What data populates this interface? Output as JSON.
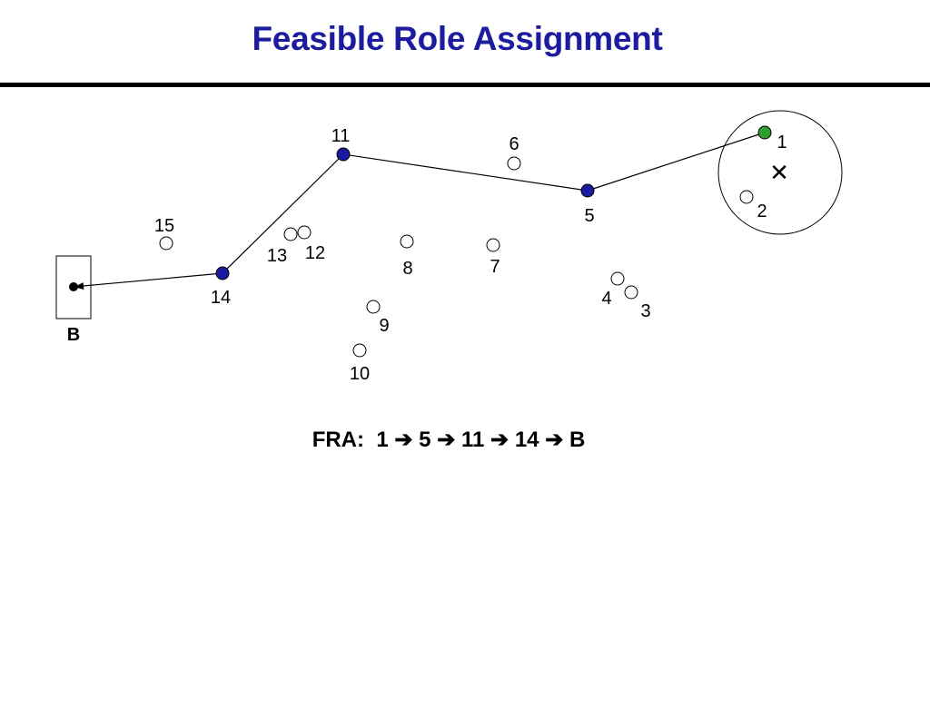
{
  "title": "Feasible Role Assignment",
  "colors": {
    "title": "#1c1c9e",
    "selected_node": "#1a1aa0",
    "start_node": "#2e9e2e",
    "empty_node": "#ffffff"
  },
  "base_label": "B",
  "target_marker_glyph": "✕",
  "nodes": [
    {
      "id": "1",
      "label": "1",
      "state": "start"
    },
    {
      "id": "2",
      "label": "2",
      "state": "empty"
    },
    {
      "id": "3",
      "label": "3",
      "state": "empty"
    },
    {
      "id": "4",
      "label": "4",
      "state": "empty"
    },
    {
      "id": "5",
      "label": "5",
      "state": "selected"
    },
    {
      "id": "6",
      "label": "6",
      "state": "empty"
    },
    {
      "id": "7",
      "label": "7",
      "state": "empty"
    },
    {
      "id": "8",
      "label": "8",
      "state": "empty"
    },
    {
      "id": "9",
      "label": "9",
      "state": "empty"
    },
    {
      "id": "10",
      "label": "10",
      "state": "empty"
    },
    {
      "id": "11",
      "label": "11",
      "state": "selected"
    },
    {
      "id": "12",
      "label": "12",
      "state": "empty"
    },
    {
      "id": "13",
      "label": "13",
      "state": "empty"
    },
    {
      "id": "14",
      "label": "14",
      "state": "selected"
    },
    {
      "id": "15",
      "label": "15",
      "state": "empty"
    }
  ],
  "path": [
    "1",
    "5",
    "11",
    "14",
    "B"
  ],
  "fra": {
    "prefix": "FRA:",
    "steps": [
      "1",
      "5",
      "11",
      "14",
      "B"
    ],
    "arrow_glyph": "➔"
  }
}
